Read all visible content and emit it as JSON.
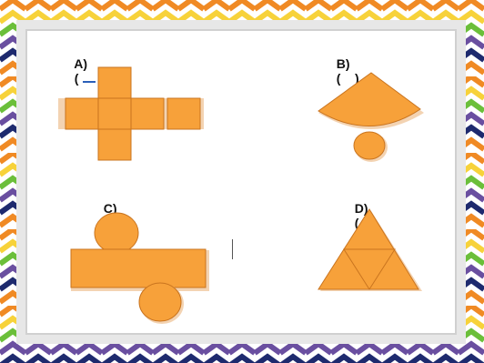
{
  "options": [
    {
      "letter": "A)",
      "answer": ""
    },
    {
      "letter": "B)",
      "answer": ""
    },
    {
      "letter": "C)",
      "answer": ""
    },
    {
      "letter": "D)",
      "answer": ""
    }
  ],
  "colors": {
    "shape_fill": "#f7a13a",
    "shape_shadow": "#f3d3b2",
    "stripe_orange": "#f08a24",
    "stripe_yellow": "#f7d23a",
    "stripe_green": "#6bbf3a",
    "stripe_purple": "#6a4fa0",
    "stripe_navy": "#1e2a6e"
  },
  "icons": [
    "zigzag-border-pattern"
  ]
}
